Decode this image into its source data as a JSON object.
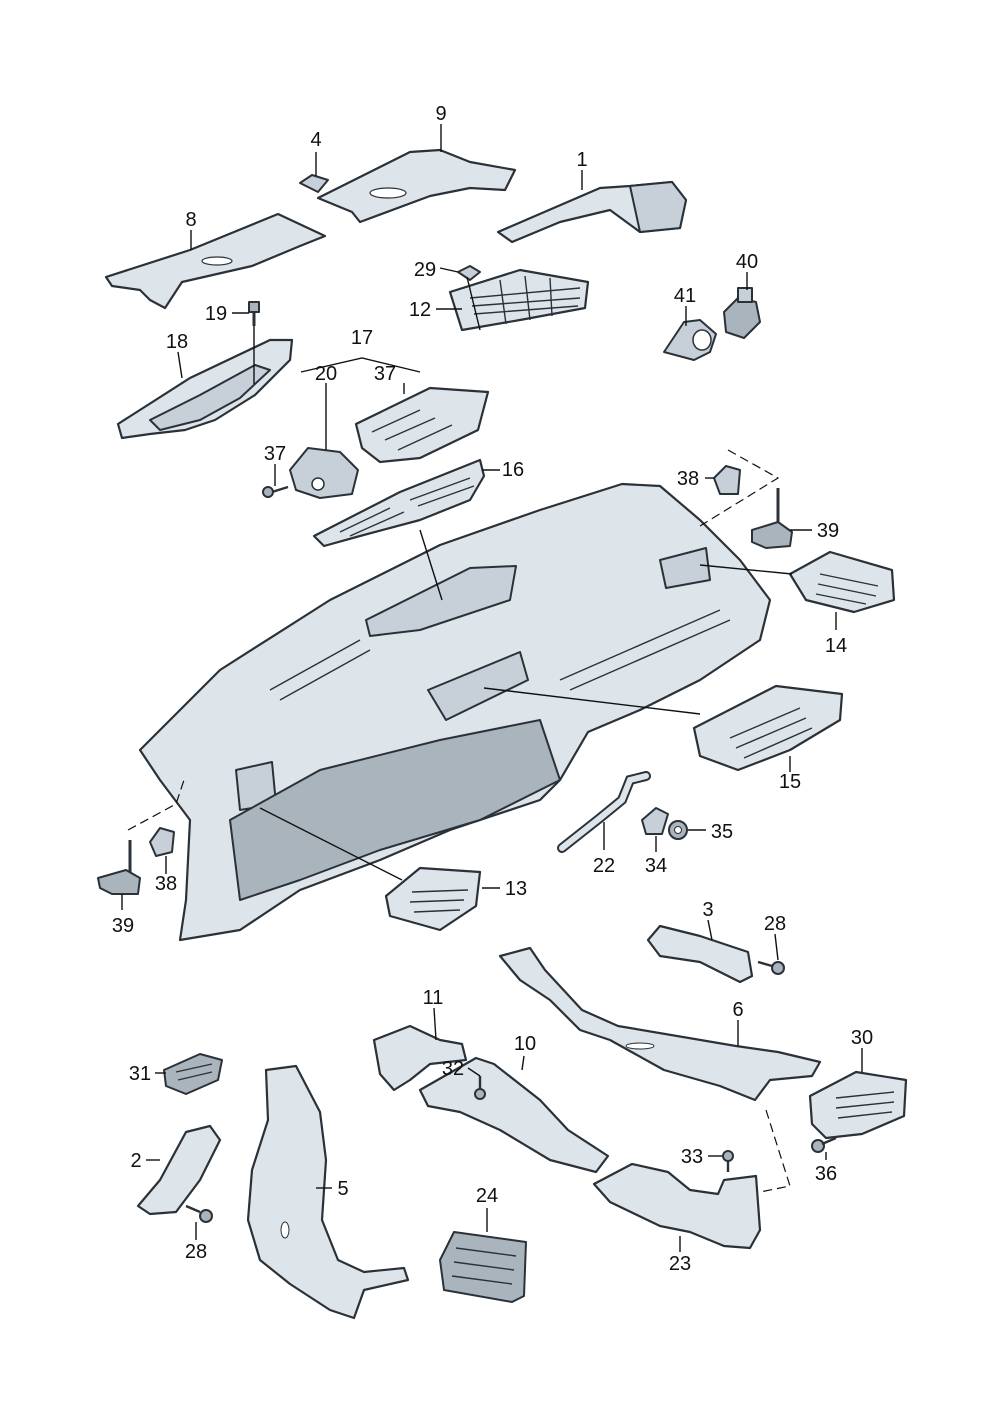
{
  "labels": {
    "p1": "1",
    "p2": "2",
    "p3": "3",
    "p4": "4",
    "p5": "5",
    "p6": "6",
    "p8": "8",
    "p9": "9",
    "p10": "10",
    "p11": "11",
    "p12": "12",
    "p13": "13",
    "p14": "14",
    "p15": "15",
    "p16": "16",
    "p17": "17",
    "p18": "18",
    "p19": "19",
    "p20": "20",
    "p22": "22",
    "p23": "23",
    "p24": "24",
    "p28a": "28",
    "p28b": "28",
    "p29": "29",
    "p30": "30",
    "p31": "31",
    "p32": "32",
    "p33": "33",
    "p34": "34",
    "p35": "35",
    "p36": "36",
    "p37a": "37",
    "p37b": "37",
    "p38a": "38",
    "p38b": "38",
    "p39a": "39",
    "p39b": "39",
    "p40": "40",
    "p41": "41"
  }
}
